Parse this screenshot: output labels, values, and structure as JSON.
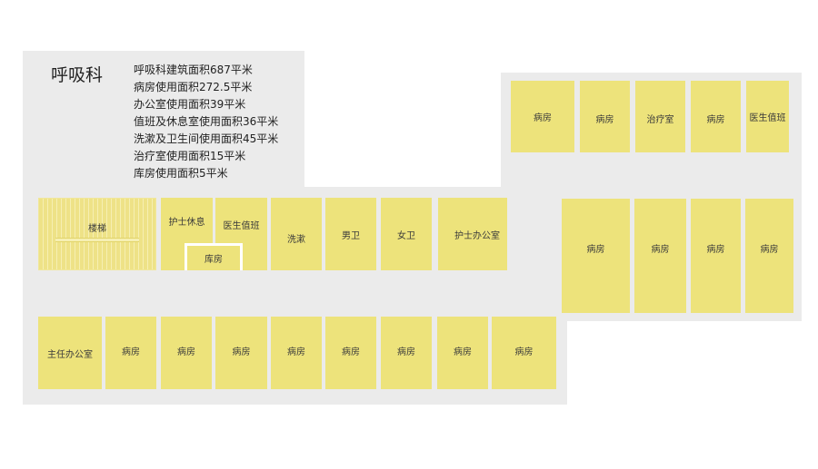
{
  "header": {
    "title": "呼吸科",
    "info_lines": [
      "呼吸科建筑面积687平米",
      "病房使用面积272.5平米",
      "办公室使用面积39平米",
      "值班及休息室使用面积36平米",
      "洗漱及卫生间使用面积45平米",
      "治疗室使用面积15平米",
      "库房使用面积5平米"
    ]
  },
  "rooms": {
    "tr1": "病房",
    "tr2": "病房",
    "tr3": "治疗室",
    "tr4": "病房",
    "tr5": "医生值班",
    "stairs": "楼梯",
    "nurse_rest": "护士休息",
    "doctor_duty": "医生值班",
    "storage": "库房",
    "wash": "洗漱",
    "mens_wc": "男卫",
    "womens_wc": "女卫",
    "nurse_office": "护士办公室",
    "mr1": "病房",
    "mr2": "病房",
    "mr3": "病房",
    "mr4": "病房",
    "director_office": "主任办公室",
    "br1": "病房",
    "br2": "病房",
    "br3": "病房",
    "br4": "病房",
    "br5": "病房",
    "br6": "病房",
    "br7": "病房",
    "br8": "病房"
  },
  "colors": {
    "floor": "#ebebeb",
    "room": "#ede37b",
    "background": "#ffffff"
  }
}
